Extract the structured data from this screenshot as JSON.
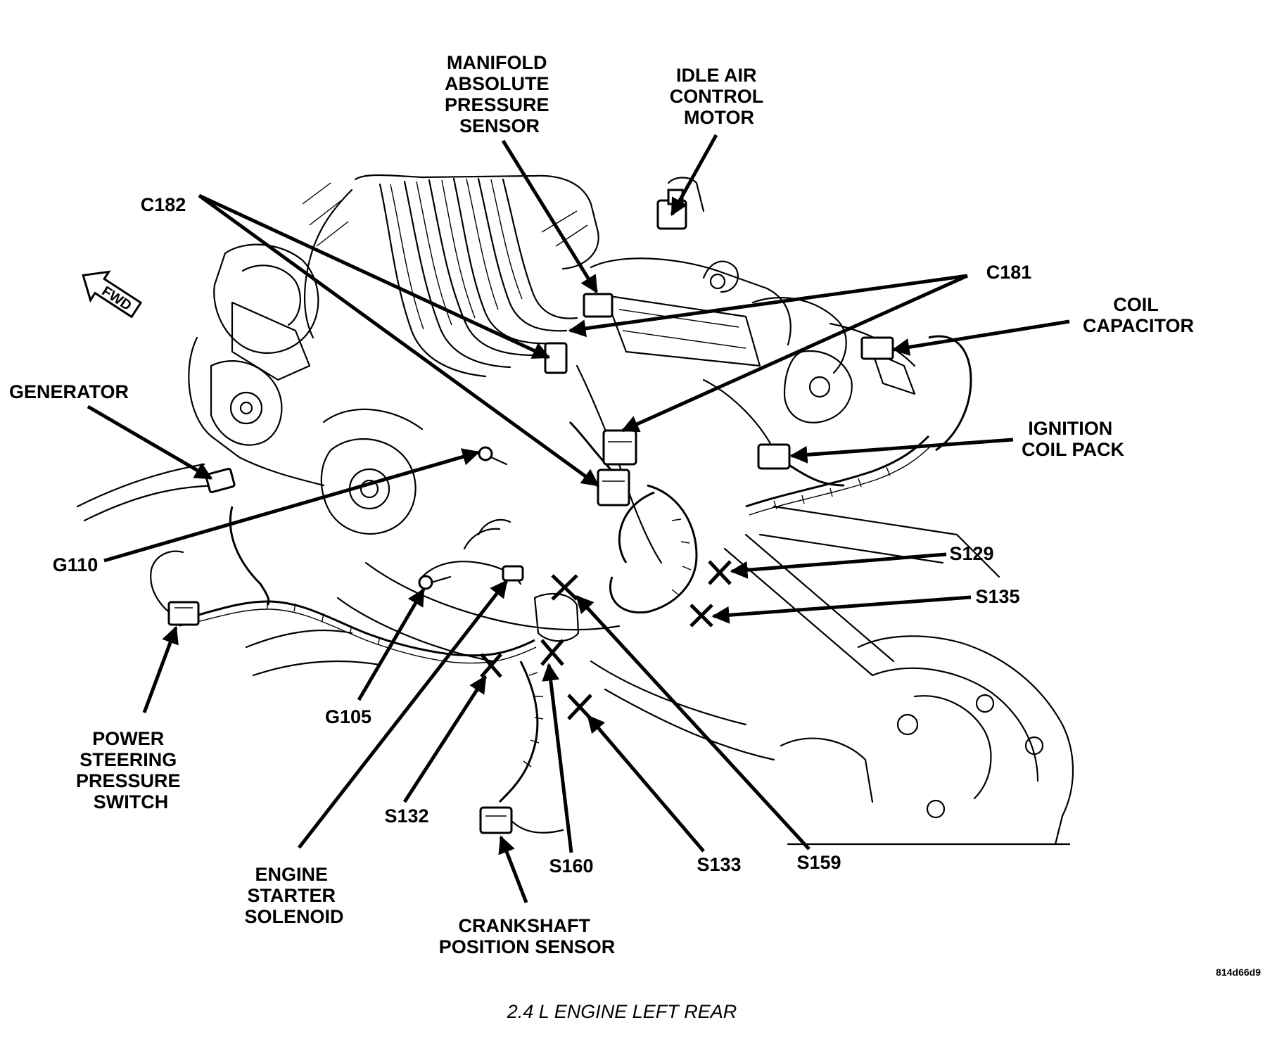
{
  "diagram": {
    "caption": "2.4 L ENGINE LEFT REAR",
    "figure_code": "814d66d9",
    "fwd_label": "FWD",
    "labels": {
      "map_sensor": [
        "MANIFOLD",
        "ABSOLUTE",
        "PRESSURE",
        "SENSOR"
      ],
      "idle_air": [
        "IDLE AIR",
        "CONTROL",
        "MOTOR"
      ],
      "c182": "C182",
      "c181": "C181",
      "coil_capacitor": [
        "COIL",
        "CAPACITOR"
      ],
      "generator": "GENERATOR",
      "ignition_coil_pack": [
        "IGNITION",
        "COIL PACK"
      ],
      "g110": "G110",
      "s129": "S129",
      "s135": "S135",
      "g105": "G105",
      "power_steering": [
        "POWER",
        "STEERING",
        "PRESSURE",
        "SWITCH"
      ],
      "s132": "S132",
      "engine_starter": [
        "ENGINE",
        "STARTER",
        "SOLENOID"
      ],
      "s160": "S160",
      "s133": "S133",
      "s159": "S159",
      "crankshaft": [
        "CRANKSHAFT",
        "POSITION SENSOR"
      ]
    }
  }
}
